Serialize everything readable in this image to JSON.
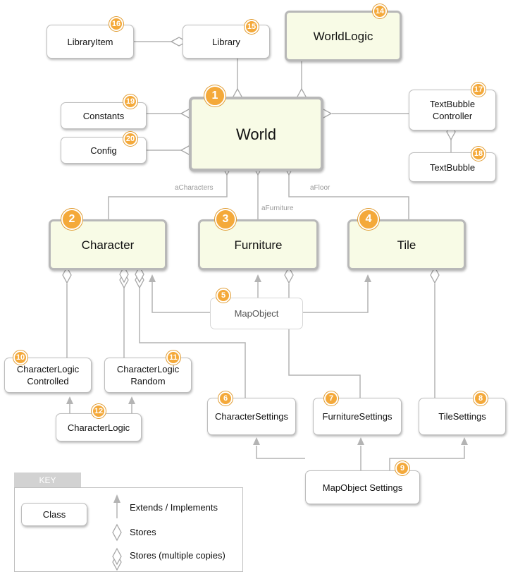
{
  "classes": {
    "world": {
      "label": "World",
      "badge": "1"
    },
    "character": {
      "label": "Character",
      "badge": "2"
    },
    "furniture": {
      "label": "Furniture",
      "badge": "3"
    },
    "tile": {
      "label": "Tile",
      "badge": "4"
    },
    "map_object": {
      "label": "MapObject",
      "badge": "5"
    },
    "character_settings": {
      "label": "CharacterSettings",
      "badge": "6"
    },
    "furniture_settings": {
      "label": "FurnitureSettings",
      "badge": "7"
    },
    "tile_settings": {
      "label": "TileSettings",
      "badge": "8"
    },
    "map_object_settings": {
      "label": "MapObject Settings",
      "badge": "9"
    },
    "character_logic_controlled": {
      "line1": "CharacterLogic",
      "line2": "Controlled",
      "badge": "10"
    },
    "character_logic_random": {
      "line1": "CharacterLogic",
      "line2": "Random",
      "badge": "11"
    },
    "character_logic": {
      "label": "CharacterLogic",
      "badge": "12"
    },
    "world_logic": {
      "label": "WorldLogic",
      "badge": "14"
    },
    "library": {
      "label": "Library",
      "badge": "15"
    },
    "library_item": {
      "label": "LibraryItem",
      "badge": "16"
    },
    "text_bubble_controller": {
      "line1": "TextBubble",
      "line2": "Controller",
      "badge": "17"
    },
    "text_bubble": {
      "label": "TextBubble",
      "badge": "18"
    },
    "constants": {
      "label": "Constants",
      "badge": "19"
    },
    "config": {
      "label": "Config",
      "badge": "20"
    }
  },
  "edge_labels": {
    "characters": "aCharacters",
    "furniture": "aFurniture",
    "floor": "aFloor"
  },
  "key": {
    "title": "KEY",
    "class_label": "Class",
    "extends_label": "Extends / Implements",
    "stores_label": "Stores",
    "stores_multiple_label": "Stores (multiple copies)"
  },
  "colors": {
    "line": "#b4b4b4",
    "badge": "#f4a93a",
    "major_fill": "#f8fbe6"
  }
}
